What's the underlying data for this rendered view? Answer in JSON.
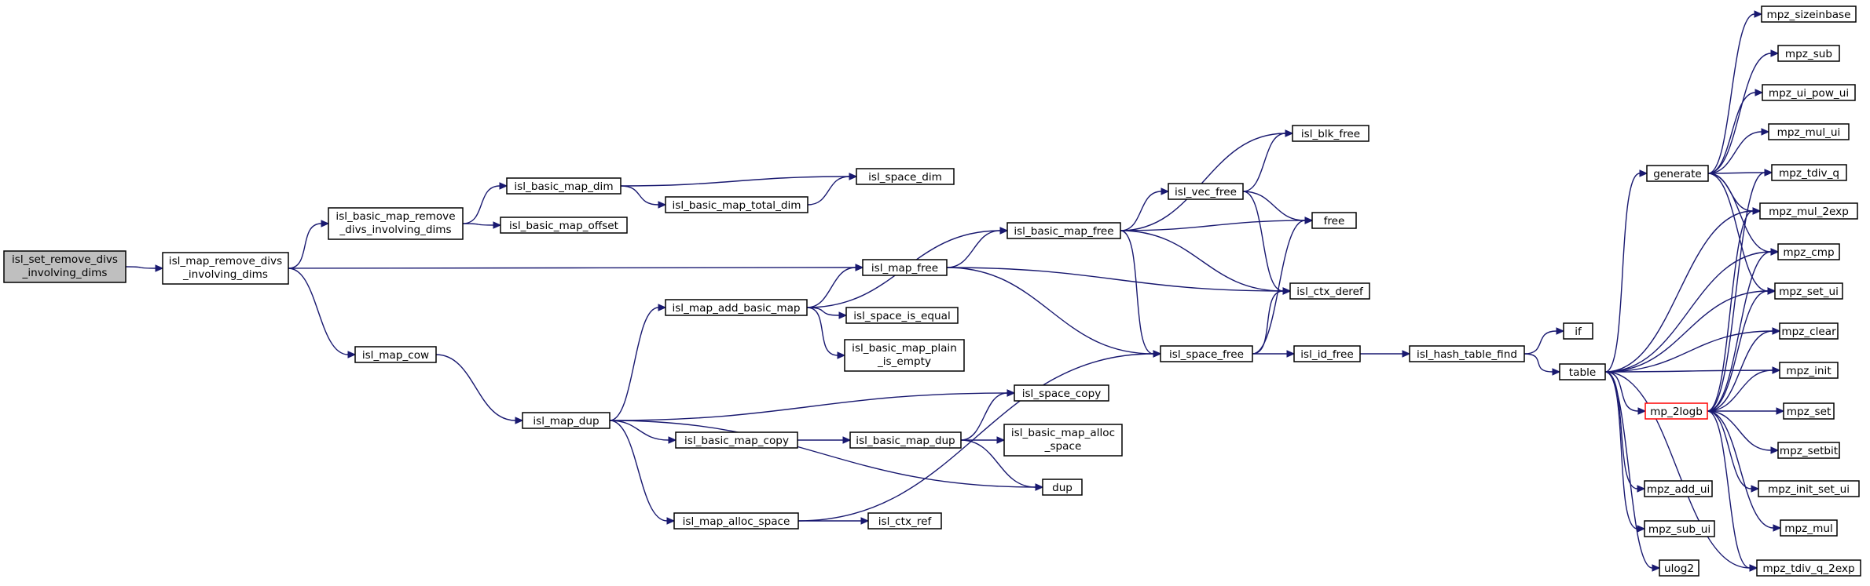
{
  "colors": {
    "edge": "#191970",
    "root_fill": "#bfbfbf",
    "highlight_border": "#ff0000",
    "node_border": "#000000"
  },
  "nodes": {
    "n0": [
      "isl_set_remove_divs",
      "_involving_dims"
    ],
    "n1": [
      "isl_map_remove_divs",
      "_involving_dims"
    ],
    "n2": [
      "isl_basic_map_remove",
      "_divs_involving_dims"
    ],
    "n3": [
      "isl_map_free"
    ],
    "n4": [
      "isl_map_cow"
    ],
    "n5": [
      "isl_basic_map_dim"
    ],
    "n6": [
      "isl_basic_map_offset"
    ],
    "n7": [
      "isl_space_dim"
    ],
    "n8": [
      "isl_basic_map_total_dim"
    ],
    "n9": [
      "isl_basic_map_free"
    ],
    "n10": [
      "isl_ctx_deref"
    ],
    "n11": [
      "free"
    ],
    "n12": [
      "isl_space_free"
    ],
    "n13": [
      "isl_blk_free"
    ],
    "n14": [
      "isl_vec_free"
    ],
    "n15": [
      "isl_id_free"
    ],
    "n16": [
      "isl_hash_table_find"
    ],
    "n17": [
      "if"
    ],
    "n18": [
      "table"
    ],
    "n19": [
      "generate"
    ],
    "n20": [
      "mp_2logb"
    ],
    "n21": [
      "mpz_add_ui"
    ],
    "n22": [
      "mpz_sub_ui"
    ],
    "n23": [
      "ulog2"
    ],
    "n24": [
      "mpz_sizeinbase"
    ],
    "n25": [
      "mpz_sub"
    ],
    "n26": [
      "mpz_ui_pow_ui"
    ],
    "n27": [
      "mpz_mul_ui"
    ],
    "n28": [
      "mpz_tdiv_q"
    ],
    "n29": [
      "mpz_mul_2exp"
    ],
    "n30": [
      "mpz_cmp"
    ],
    "n31": [
      "mpz_set_ui"
    ],
    "n32": [
      "mpz_clear"
    ],
    "n33": [
      "mpz_init"
    ],
    "n34": [
      "mpz_set"
    ],
    "n35": [
      "mpz_setbit"
    ],
    "n36": [
      "mpz_init_set_ui"
    ],
    "n37": [
      "mpz_mul"
    ],
    "n38": [
      "mpz_tdiv_q_2exp"
    ],
    "n39": [
      "isl_map_dup"
    ],
    "n40": [
      "isl_map_add_basic_map"
    ],
    "n41": [
      "isl_space_is_equal"
    ],
    "n42": [
      "isl_basic_map_plain",
      "_is_empty"
    ],
    "n43": [
      "isl_space_copy"
    ],
    "n44": [
      "isl_basic_map_copy"
    ],
    "n45": [
      "isl_basic_map_dup"
    ],
    "n46": [
      "isl_basic_map_alloc",
      "_space"
    ],
    "n47": [
      "dup"
    ],
    "n48": [
      "isl_map_alloc_space"
    ],
    "n49": [
      "isl_ctx_ref"
    ]
  },
  "edges": [
    [
      "n0",
      "n1"
    ],
    [
      "n1",
      "n2"
    ],
    [
      "n1",
      "n3"
    ],
    [
      "n1",
      "n4"
    ],
    [
      "n2",
      "n5"
    ],
    [
      "n2",
      "n6"
    ],
    [
      "n5",
      "n7"
    ],
    [
      "n5",
      "n8"
    ],
    [
      "n8",
      "n7"
    ],
    [
      "n3",
      "n9"
    ],
    [
      "n3",
      "n10"
    ],
    [
      "n3",
      "n12"
    ],
    [
      "n9",
      "n10"
    ],
    [
      "n9",
      "n11"
    ],
    [
      "n9",
      "n12"
    ],
    [
      "n9",
      "n14"
    ],
    [
      "n9",
      "n13"
    ],
    [
      "n14",
      "n13"
    ],
    [
      "n14",
      "n11"
    ],
    [
      "n14",
      "n10"
    ],
    [
      "n12",
      "n10"
    ],
    [
      "n12",
      "n11"
    ],
    [
      "n12",
      "n15"
    ],
    [
      "n15",
      "n16"
    ],
    [
      "n16",
      "n17"
    ],
    [
      "n16",
      "n18"
    ],
    [
      "n18",
      "n19"
    ],
    [
      "n18",
      "n20"
    ],
    [
      "n18",
      "n21"
    ],
    [
      "n18",
      "n22"
    ],
    [
      "n18",
      "n23"
    ],
    [
      "n18",
      "n29"
    ],
    [
      "n18",
      "n30"
    ],
    [
      "n18",
      "n31"
    ],
    [
      "n18",
      "n32"
    ],
    [
      "n18",
      "n33"
    ],
    [
      "n18",
      "n38"
    ],
    [
      "n19",
      "n24"
    ],
    [
      "n19",
      "n25"
    ],
    [
      "n19",
      "n26"
    ],
    [
      "n19",
      "n27"
    ],
    [
      "n19",
      "n28"
    ],
    [
      "n19",
      "n29"
    ],
    [
      "n19",
      "n30"
    ],
    [
      "n19",
      "n31"
    ],
    [
      "n20",
      "n28"
    ],
    [
      "n20",
      "n29"
    ],
    [
      "n20",
      "n30"
    ],
    [
      "n20",
      "n31"
    ],
    [
      "n20",
      "n32"
    ],
    [
      "n20",
      "n33"
    ],
    [
      "n20",
      "n34"
    ],
    [
      "n20",
      "n35"
    ],
    [
      "n20",
      "n36"
    ],
    [
      "n20",
      "n37"
    ],
    [
      "n20",
      "n38"
    ],
    [
      "n4",
      "n39"
    ],
    [
      "n39",
      "n40"
    ],
    [
      "n39",
      "n43"
    ],
    [
      "n39",
      "n44"
    ],
    [
      "n39",
      "n47"
    ],
    [
      "n39",
      "n48"
    ],
    [
      "n40",
      "n3"
    ],
    [
      "n40",
      "n9"
    ],
    [
      "n40",
      "n41"
    ],
    [
      "n40",
      "n42"
    ],
    [
      "n44",
      "n45"
    ],
    [
      "n45",
      "n43"
    ],
    [
      "n45",
      "n46"
    ],
    [
      "n45",
      "n47"
    ],
    [
      "n48",
      "n49"
    ],
    [
      "n48",
      "n12"
    ]
  ]
}
